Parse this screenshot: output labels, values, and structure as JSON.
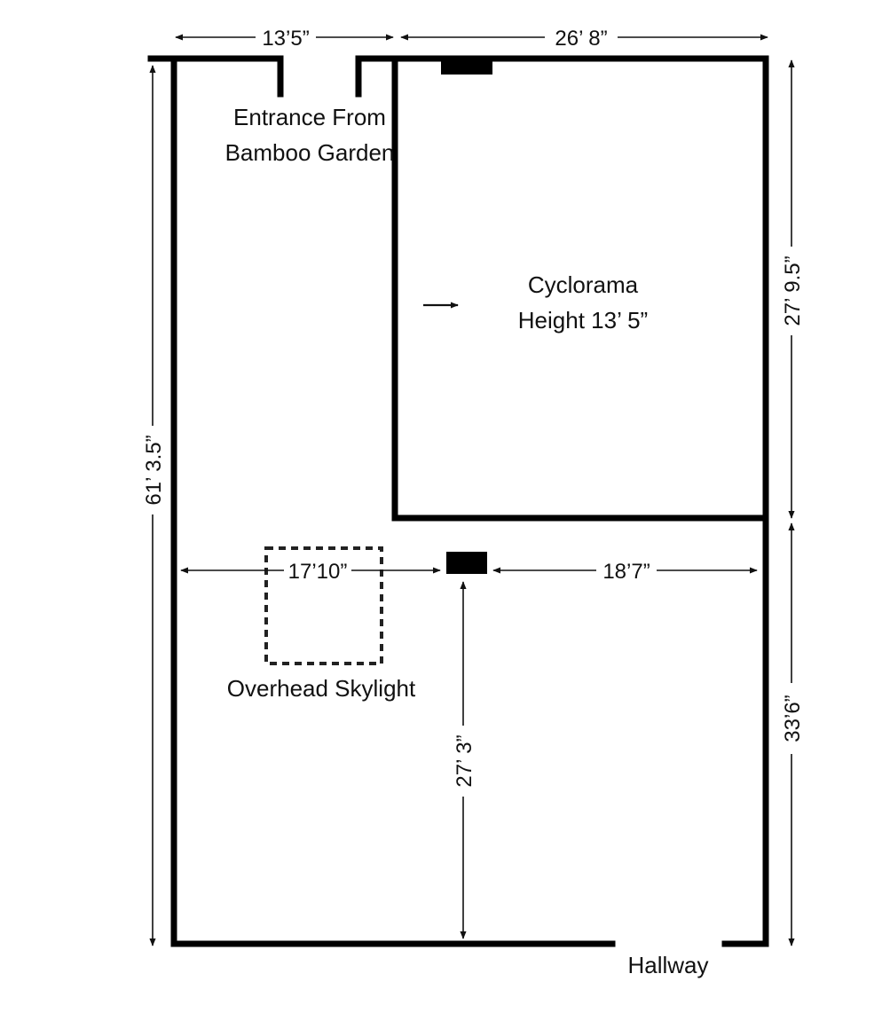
{
  "floorplan": {
    "dimensions": {
      "entrance_width": "13’5”",
      "top_width": "26’ 8”",
      "total_length": "61’ 3.5”",
      "cyclorama_depth": "27’ 9.5”",
      "lower_right_length": "33’6”",
      "left_to_post": "17’10”",
      "post_to_right": "18’7”",
      "post_to_bottom": "27’ 3”"
    },
    "labels": {
      "entrance_line1": "Entrance From",
      "entrance_line2": "Bamboo Garden",
      "cyclorama_line1": "Cyclorama",
      "cyclorama_line2": "Height 13’ 5”",
      "skylight": "Overhead Skylight",
      "hallway": "Hallway"
    }
  }
}
